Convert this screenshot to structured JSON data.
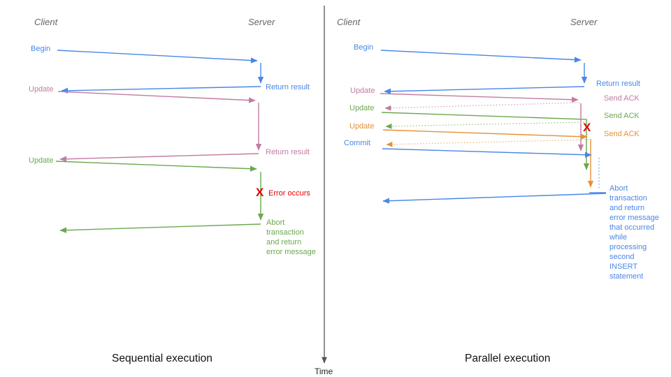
{
  "colors": {
    "blue": "#4a86e8",
    "pink": "#c27ba0",
    "green": "#6aa84f",
    "orange": "#e69138",
    "error_red": "#e60000",
    "header_gray": "#666666"
  },
  "time_axis_label": "Time",
  "left_panel": {
    "title": "Sequential execution",
    "client_header": "Client",
    "server_header": "Server",
    "messages": {
      "begin": "Begin",
      "update_1": "Update",
      "update_2": "Update",
      "return_result_1": "Return result",
      "return_result_2": "Return result"
    },
    "error": {
      "x_mark": "X",
      "label": "Error occurs"
    },
    "abort_note": "Abort\ntransaction\nand return\nerror message"
  },
  "right_panel": {
    "title": "Parallel execution",
    "client_header": "Client",
    "server_header": "Server",
    "messages": {
      "begin": "Begin",
      "update_1": "Update",
      "update_2": "Update",
      "update_3": "Update",
      "commit": "Commit",
      "return_result": "Return result",
      "send_ack_1": "Send ACK",
      "send_ack_2": "Send ACK",
      "send_ack_3": "Send ACK"
    },
    "error": {
      "x_mark": "X"
    },
    "abort_note": "Abort\ntransaction\nand return\nerror message\nthat occurred\nwhile\nprocessing\nsecond\nINSERT\nstatement"
  }
}
